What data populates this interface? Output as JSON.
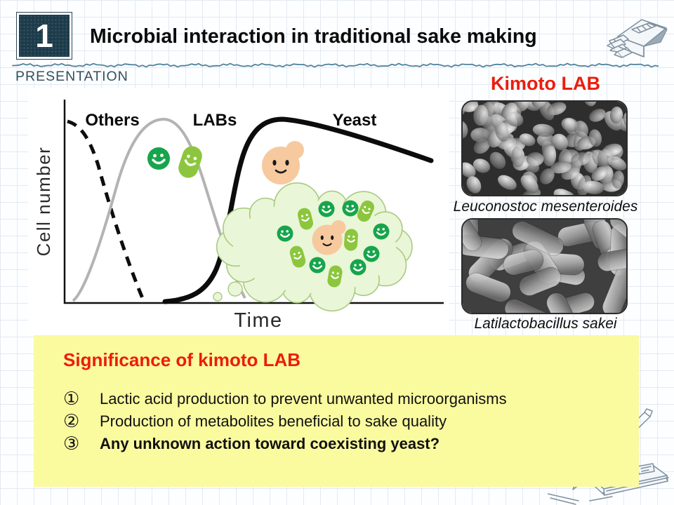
{
  "header": {
    "slide_number": "1",
    "title": "Microbial interaction in traditional sake making",
    "brand": "PRESENTATION"
  },
  "growth_chart": {
    "y_axis_label": "Cell number",
    "x_axis_label": "Time",
    "series": [
      {
        "name": "Others",
        "line_style": "dashed",
        "color": "#0d0d0d"
      },
      {
        "name": "LABs",
        "line_style": "solid",
        "color": "#b3b3b3"
      },
      {
        "name": "Yeast",
        "line_style": "solid-thick",
        "color": "#0c0c0c"
      }
    ],
    "icons": [
      "lab-coccus",
      "lab-bacillus",
      "yeast-cell",
      "thought-bubble"
    ]
  },
  "right_panel": {
    "title": "Kimoto LAB",
    "images": [
      {
        "caption": "Leuconostoc mesenteroides",
        "subject": "cocci"
      },
      {
        "caption": "Latilactobacillus sakei",
        "subject": "rods"
      }
    ]
  },
  "significance_box": {
    "title": "Significance of kimoto LAB",
    "items": [
      {
        "marker": "①",
        "text": "Lactic acid production to prevent unwanted microorganisms",
        "emphasis": false
      },
      {
        "marker": "②",
        "text": "Production of metabolites beneficial to sake quality",
        "emphasis": false
      },
      {
        "marker": "③",
        "text": "Any unknown action toward coexisting yeast?",
        "emphasis": true
      }
    ]
  },
  "icons": {
    "top_right": "pencil-case-sketch",
    "bottom_right": "notebook-and-pencil-sketch"
  },
  "colors": {
    "accent_red": "#ed1c0c",
    "box_yellow": "#fafa9f",
    "header_box": "#1d3b4a",
    "green_dark": "#17a54c",
    "green_light": "#8cc63e",
    "peach": "#f7c99e",
    "cloud_fill": "#eaf6d8",
    "cloud_stroke": "#a9cb80",
    "curve_gray": "#b3b3b3",
    "sketch_ink": "#7e90a0",
    "grid_line": "#e3eaf4"
  }
}
